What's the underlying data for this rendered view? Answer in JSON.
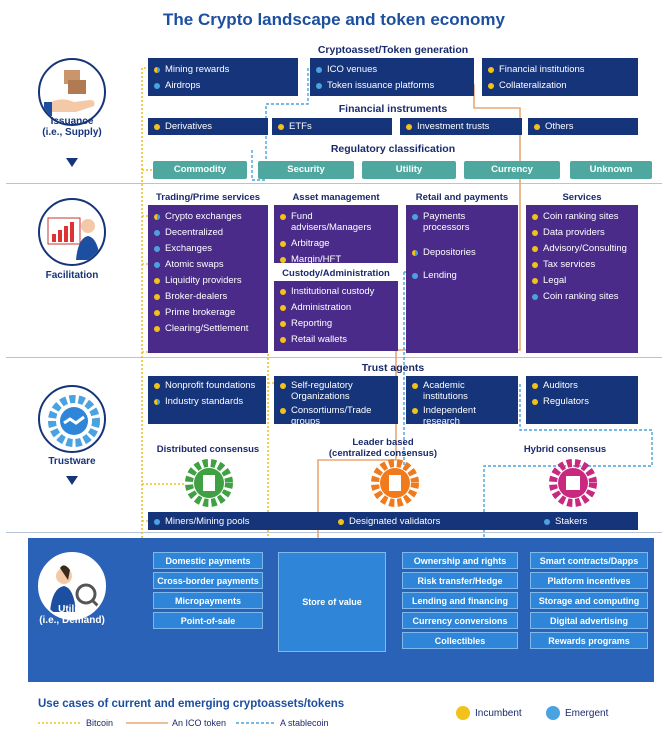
{
  "title": "The Crypto landscape and token economy",
  "sections": {
    "issuance": {
      "label_line1": "Issuance",
      "label_line2": "(i.e., Supply)"
    },
    "facilitation": {
      "label": "Facilitation"
    },
    "trustware": {
      "label": "Trustware"
    },
    "utility": {
      "label_line1": "Utility",
      "label_line2": "(i.e., Demand)"
    }
  },
  "generation": {
    "title": "Cryptoasset/Token generation",
    "box1": [
      "Mining rewards",
      "Airdrops"
    ],
    "box2": [
      "ICO venues",
      "Token issuance platforms"
    ],
    "box3": [
      "Financial institutions",
      "Collateralization"
    ]
  },
  "instruments": {
    "title": "Financial instruments",
    "items": [
      "Derivatives",
      "ETFs",
      "Investment trusts",
      "Others"
    ]
  },
  "regulatory": {
    "title": "Regulatory classification",
    "items": [
      "Commodity",
      "Security",
      "Utility",
      "Currency",
      "Unknown"
    ]
  },
  "trading": {
    "title": "Trading/Prime services",
    "items": [
      "Crypto exchanges",
      "Decentralized",
      "Exchanges",
      "Atomic swaps",
      "Liquidity providers",
      "Broker-dealers",
      "Prime brokerage",
      "Clearing/Settlement"
    ]
  },
  "asset_mgmt": {
    "title": "Asset management",
    "items": [
      "Fund advisers/Managers",
      "Arbitrage",
      "Margin/HFT"
    ]
  },
  "custody": {
    "title": "Custody/Administration",
    "items": [
      "Institutional custody",
      "Administration",
      "Reporting",
      "Retail wallets"
    ]
  },
  "retail": {
    "title": "Retail and payments",
    "items": [
      "Payments processors",
      "Depositories",
      "Lending"
    ]
  },
  "services": {
    "title": "Services",
    "items": [
      "Coin ranking sites",
      "Data providers",
      "Advisory/Consulting",
      "Tax services",
      "Legal",
      "Coin ranking sites"
    ]
  },
  "trust_agents": {
    "title": "Trust agents",
    "box1": [
      "Nonprofit foundations",
      "Industry standards"
    ],
    "box2": [
      "Self-regulatory Organizations",
      "Consortiums/Trade groups"
    ],
    "box3": [
      "Academic institutions",
      "Independent research"
    ],
    "box4": [
      "Auditors",
      "Regulators"
    ]
  },
  "consensus": {
    "distributed": "Distributed consensus",
    "leader_line1": "Leader based",
    "leader_line2": "(centralized consensus)",
    "hybrid": "Hybrid consensus",
    "bar": [
      "Miners/Mining pools",
      "Designated validators",
      "Stakers"
    ]
  },
  "utility": {
    "col1": [
      "Domestic payments",
      "Cross-border payments",
      "Micropayments",
      "Point-of-sale"
    ],
    "store": "Store of value",
    "col3": [
      "Ownership and rights",
      "Risk transfer/Hedge",
      "Lending and financing",
      "Currency conversions",
      "Collectibles"
    ],
    "col4": [
      "Smart contracts/Dapps",
      "Platform incentives",
      "Storage and computing",
      "Digital advertising",
      "Rewards programs"
    ]
  },
  "legend": {
    "title": "Use cases of current and emerging cryptoassets/tokens",
    "bitcoin": "Bitcoin",
    "ico": "An ICO token",
    "stable": "A stablecoin",
    "incumbent": "Incumbent",
    "emergent": "Emergent"
  },
  "colors": {
    "navy": "#16347a",
    "purple": "#4a2b8a",
    "teal": "#4fa8a0",
    "incumbent": "#f2c21b",
    "emergent": "#4aa3e0",
    "bitcoin_line": "#f2c21b",
    "ico_line": "#e8a977",
    "stable_line": "#4aa3e0"
  }
}
